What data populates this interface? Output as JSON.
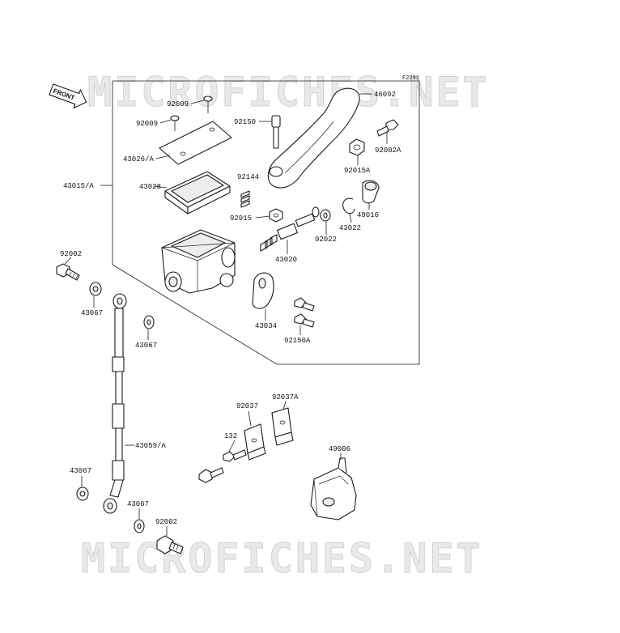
{
  "figure_code": "F2291",
  "watermark": "MICROFICHES.NET",
  "front_arrow_label": "FRONT",
  "labels": {
    "p46092": "46092",
    "p92009_a": "92009",
    "p92009_b": "92009",
    "p92150": "92150",
    "p92002A": "92002A",
    "p43026A": "43026/A",
    "p92015A": "92015A",
    "p43015A": "43015/A",
    "p43028": "43028",
    "p92144": "92144",
    "p49016": "49016",
    "p92015": "92015",
    "p43022": "43022",
    "p92022": "92022",
    "p43020": "43020",
    "p92002_top": "92002",
    "p43067_a": "43067",
    "p43034": "43034",
    "p92150A": "92150A",
    "p43067_b": "43067",
    "p92037": "92037",
    "p92037A": "92037A",
    "p132": "132",
    "p43059A": "43059/A",
    "p49006": "49006",
    "p43067_c": "43067",
    "p43067_d": "43067",
    "p92002_bottom": "92002"
  }
}
